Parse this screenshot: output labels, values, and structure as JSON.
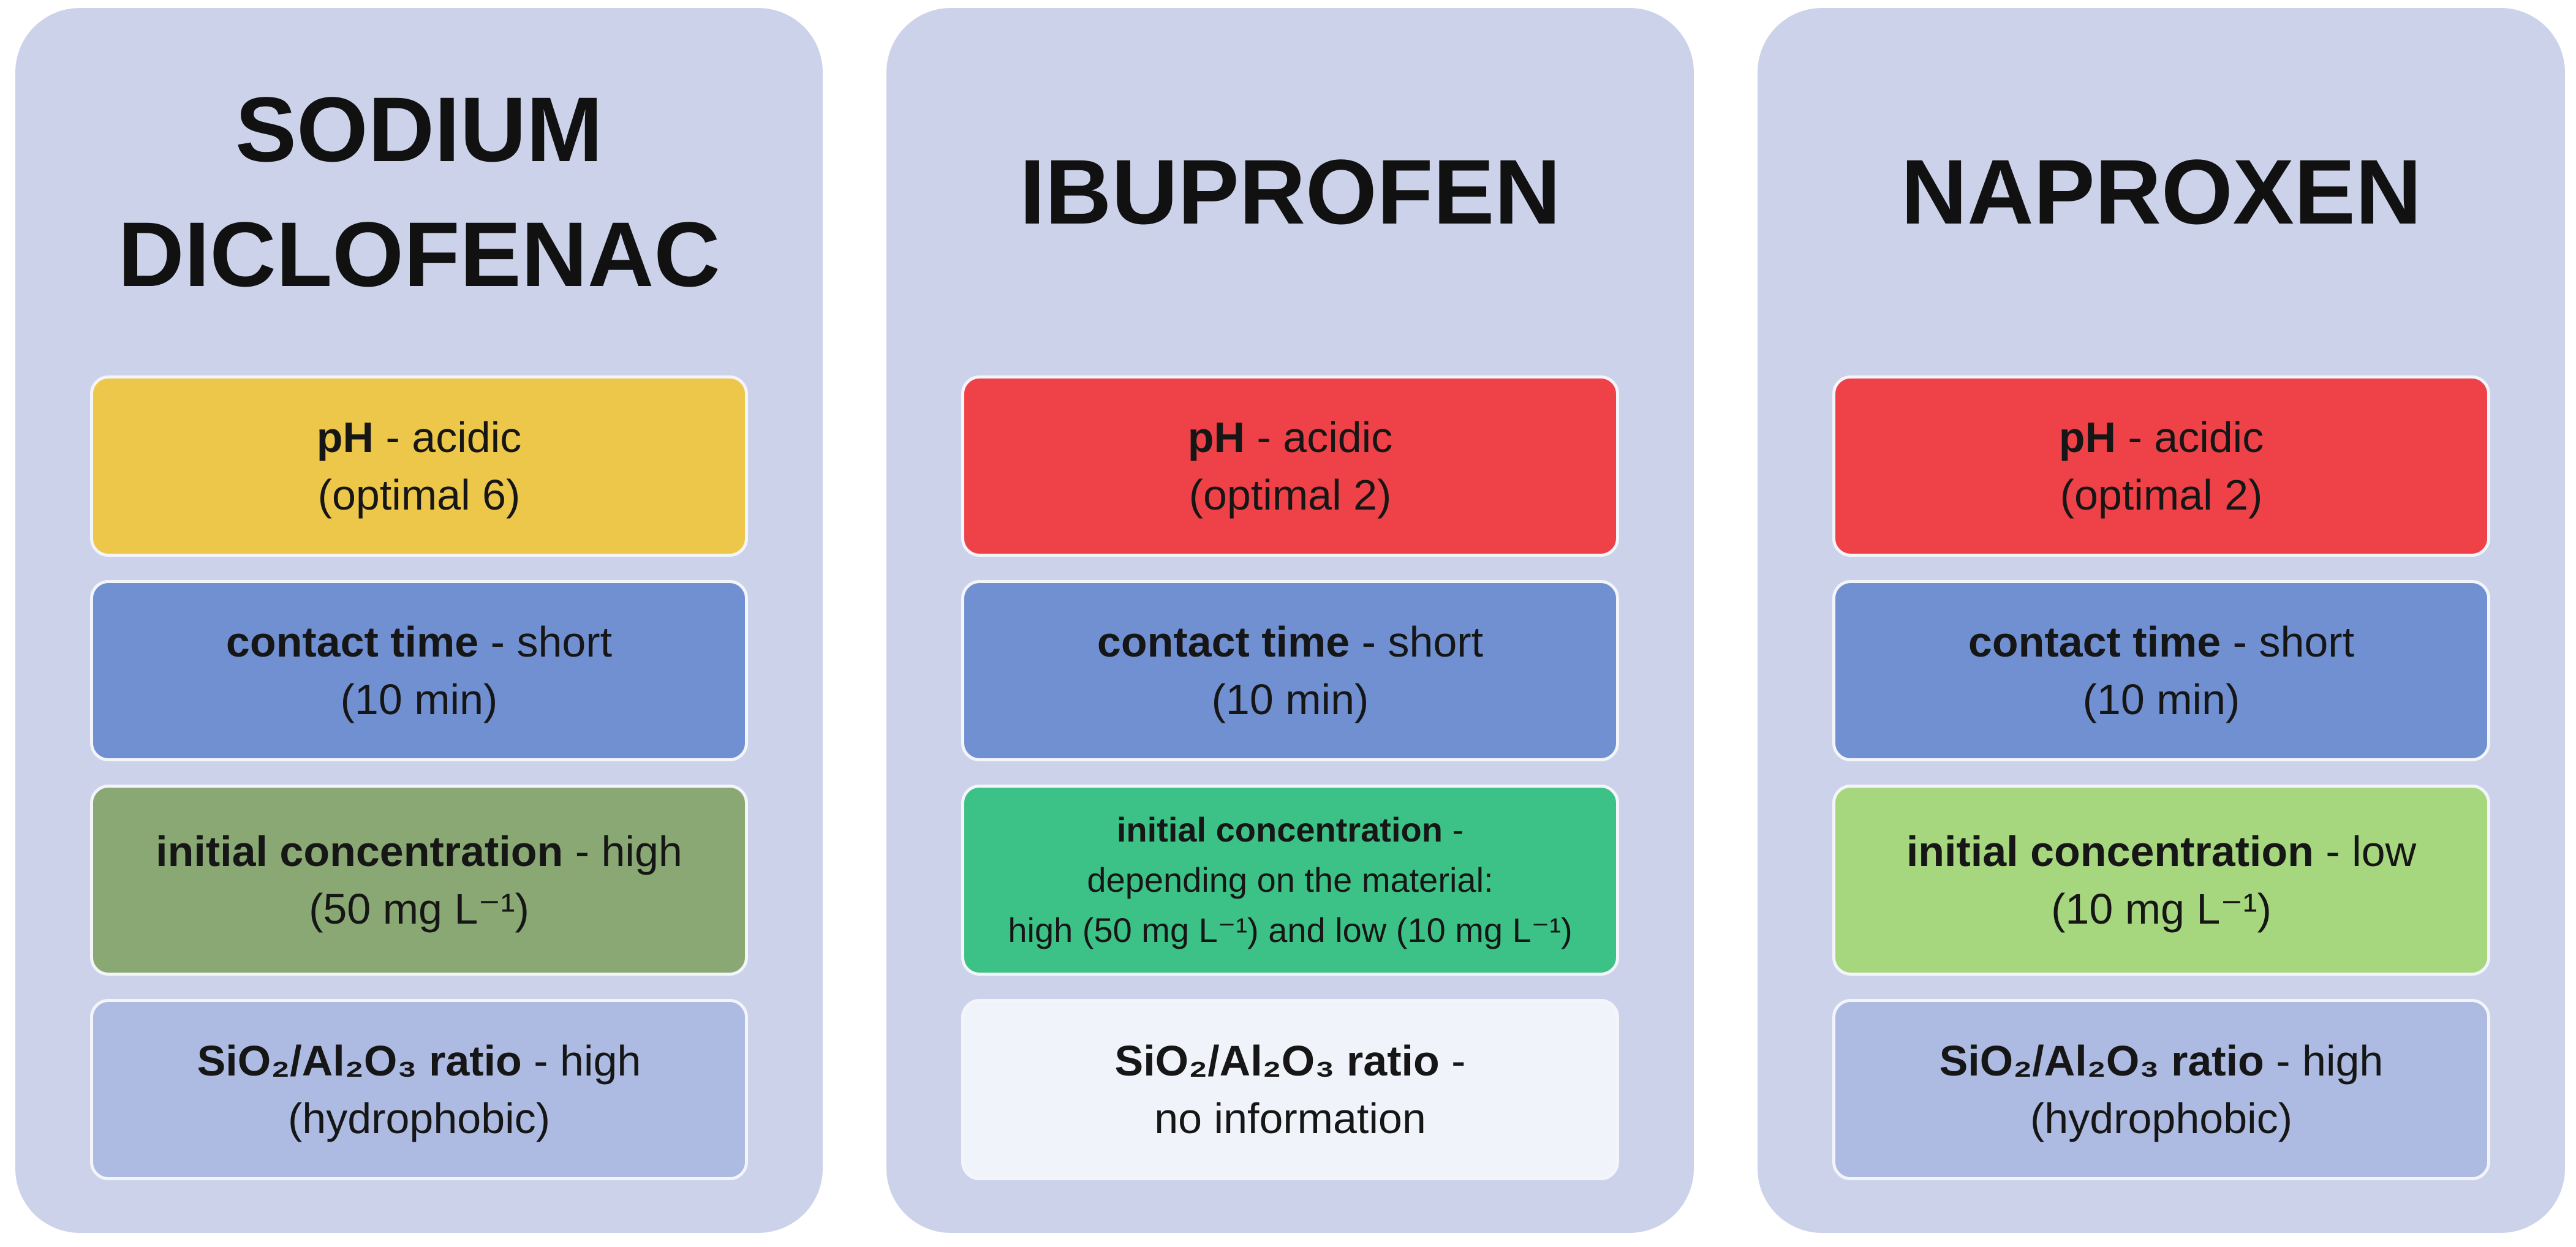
{
  "colors": {
    "page_bg": "#ffffff",
    "panel_bg": "#ccd2e9",
    "box_border": "#f3f5fb",
    "text": "#161616",
    "yellow": "#edc74a",
    "blue": "#7090d1",
    "olive_green": "#8aa873",
    "periwinkle": "#adbae1",
    "red": "#ef4248",
    "emerald": "#3cc186",
    "light_green": "#a6d67d",
    "white_box": "#f1f3fa"
  },
  "panels": [
    {
      "name": "sodium-diclofenac",
      "title_lines": [
        "SODIUM",
        "DICLOFENAC"
      ],
      "boxes": [
        {
          "label": "pH",
          "color": "#edc74a",
          "lines": [
            {
              "bold": "pH",
              "rest": " - acidic"
            },
            {
              "bold": "",
              "rest": "(optimal 6)"
            }
          ]
        },
        {
          "label": "contact-time",
          "color": "#7090d1",
          "lines": [
            {
              "bold": "contact time",
              "rest": " - short"
            },
            {
              "bold": "",
              "rest": "(10 min)"
            }
          ]
        },
        {
          "label": "initial-concentration",
          "color": "#8aa873",
          "lines": [
            {
              "bold": "initial concentration",
              "rest": " - high"
            },
            {
              "bold": "",
              "rest": "(50 mg L⁻¹)"
            }
          ]
        },
        {
          "label": "sio2-al2o3-ratio",
          "color": "#adbae1",
          "lines": [
            {
              "bold": "SiO₂/Al₂O₃ ratio",
              "rest": " - high"
            },
            {
              "bold": "",
              "rest": "(hydrophobic)"
            }
          ]
        }
      ]
    },
    {
      "name": "ibuprofen",
      "title_lines": [
        "IBUPROFEN"
      ],
      "boxes": [
        {
          "label": "pH",
          "color": "#ef4248",
          "lines": [
            {
              "bold": "pH",
              "rest": " - acidic"
            },
            {
              "bold": "",
              "rest": "(optimal 2)"
            }
          ]
        },
        {
          "label": "contact-time",
          "color": "#7090d1",
          "lines": [
            {
              "bold": "contact time",
              "rest": " - short"
            },
            {
              "bold": "",
              "rest": "(10 min)"
            }
          ]
        },
        {
          "label": "initial-concentration",
          "color": "#3cc186",
          "lines": [
            {
              "bold": "initial concentration",
              "rest": " -"
            },
            {
              "bold": "",
              "rest": "depending on the material:"
            },
            {
              "bold": "",
              "rest": "high (50 mg L⁻¹) and low (10 mg L⁻¹)"
            }
          ]
        },
        {
          "label": "sio2-al2o3-ratio",
          "color": "#f1f3fa",
          "lines": [
            {
              "bold": "SiO₂/Al₂O₃ ratio",
              "rest": " -"
            },
            {
              "bold": "",
              "rest": "no information"
            }
          ]
        }
      ]
    },
    {
      "name": "naproxen",
      "title_lines": [
        "NAPROXEN"
      ],
      "boxes": [
        {
          "label": "pH",
          "color": "#ef4248",
          "lines": [
            {
              "bold": "pH",
              "rest": " - acidic"
            },
            {
              "bold": "",
              "rest": "(optimal 2)"
            }
          ]
        },
        {
          "label": "contact-time",
          "color": "#7090d1",
          "lines": [
            {
              "bold": "contact time",
              "rest": " - short"
            },
            {
              "bold": "",
              "rest": "(10 min)"
            }
          ]
        },
        {
          "label": "initial-concentration",
          "color": "#a6d67d",
          "lines": [
            {
              "bold": "initial concentration",
              "rest": " - low"
            },
            {
              "bold": "",
              "rest": "(10 mg L⁻¹)"
            }
          ]
        },
        {
          "label": "sio2-al2o3-ratio",
          "color": "#adbae1",
          "lines": [
            {
              "bold": "SiO₂/Al₂O₃ ratio",
              "rest": " - high"
            },
            {
              "bold": "",
              "rest": "(hydrophobic)"
            }
          ]
        }
      ]
    }
  ]
}
